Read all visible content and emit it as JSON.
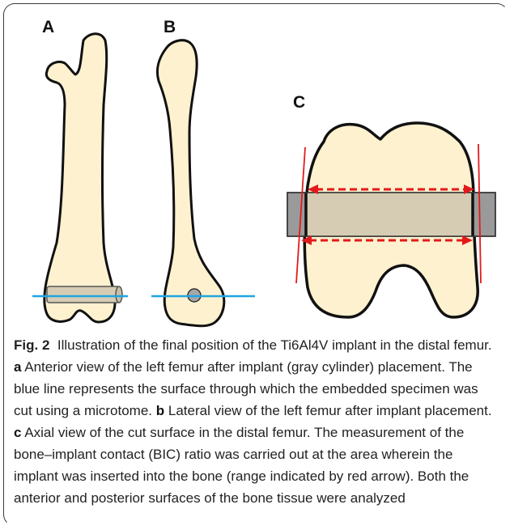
{
  "panels": {
    "a": "A",
    "b": "B",
    "c": "C"
  },
  "caption": {
    "fig_label": "Fig. 2",
    "title": "Illustration of the final position of the Ti6Al4V implant in the distal femur.",
    "part_a_label": "a",
    "part_a_text": "Anterior view of the left femur after implant (gray cylinder) placement. The blue line represents the surface through which the embedded specimen was cut using a microtome.",
    "part_b_label": "b",
    "part_b_text": "Lateral view of the left femur after implant placement.",
    "part_c_label": "c",
    "part_c_text": "Axial view of the cut surface in the distal femur. The measurement of the bone–implant contact (BIC) ratio was carried out at the area wherein the implant was inserted into the bone (range indicated by red arrow). Both the anterior and posterior surfaces of the bone tissue were analyzed"
  },
  "colors": {
    "bone_fill": "#fdf1cf",
    "bone_outline": "#111111",
    "implant_fill": "#d6ccb4",
    "implant_outer": "#9a9a9a",
    "cut_line": "#1fa5e0",
    "arrow": "#e41a1a"
  }
}
